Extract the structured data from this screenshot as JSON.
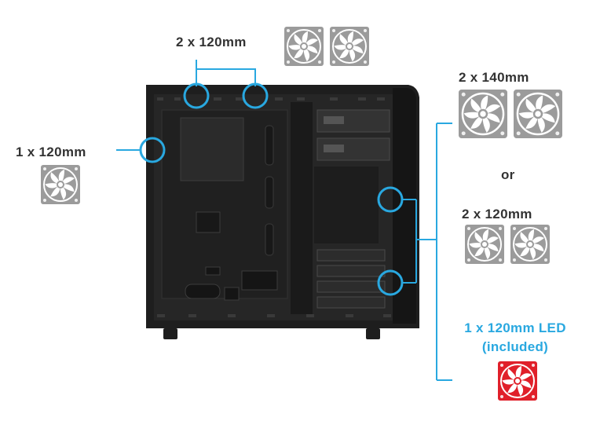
{
  "labels": {
    "top_fans": "2 x 120mm",
    "rear_fan": "1 x 120mm",
    "front_140": "2 x 140mm",
    "or": "or",
    "front_120": "2 x 120mm",
    "led_line1": "1 x 120mm LED",
    "led_line2": "(included)"
  },
  "colors": {
    "accent_blue": "#29a8e0",
    "fan_gray": "#9b9b9b",
    "fan_red": "#e0202a",
    "case_body": "#1c1c1c",
    "text": "#333333"
  },
  "icons": {
    "fan": "fan-icon",
    "led_fan": "led-fan-icon"
  }
}
